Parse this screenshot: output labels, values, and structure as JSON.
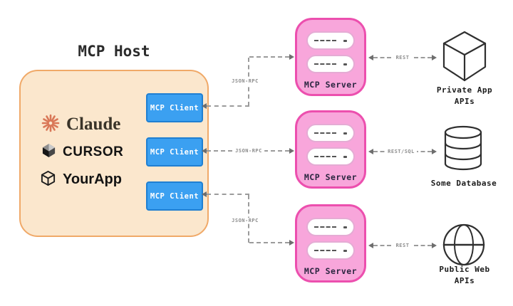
{
  "title": "MCP Host",
  "host": {
    "apps": [
      {
        "name": "Claude",
        "icon": "claude-starburst-icon"
      },
      {
        "name": "CURSOR",
        "icon": "cursor-cube-icon"
      },
      {
        "name": "YourApp",
        "icon": "package-cube-icon"
      }
    ],
    "clients": [
      {
        "label": "MCP Client"
      },
      {
        "label": "MCP Client"
      },
      {
        "label": "MCP Client"
      }
    ]
  },
  "servers": [
    {
      "label": "MCP Server"
    },
    {
      "label": "MCP Server"
    },
    {
      "label": "MCP Server"
    }
  ],
  "resources": [
    {
      "line1": "Private App",
      "line2": "APIs",
      "icon": "cube-icon"
    },
    {
      "line1": "Some Database",
      "line2": "",
      "icon": "database-icon"
    },
    {
      "line1": "Public Web",
      "line2": "APIs",
      "icon": "globe-icon"
    }
  ],
  "connections": {
    "client_server": [
      {
        "label": "JSON-RPC"
      },
      {
        "label": "JSON-RPC"
      },
      {
        "label": "JSON-RPC"
      }
    ],
    "server_resource": [
      {
        "label": "REST"
      },
      {
        "label": "REST/SQL"
      },
      {
        "label": "REST"
      }
    ]
  },
  "colors": {
    "host_fill": "#FBE7CD",
    "host_border": "#F0A968",
    "client_fill": "#3BA0F1",
    "client_border": "#1F7FD2",
    "server_fill": "#F8A6DB",
    "server_border": "#EC4FAE",
    "claude_accent": "#D97757",
    "connector_grey": "#9B9B9B"
  }
}
